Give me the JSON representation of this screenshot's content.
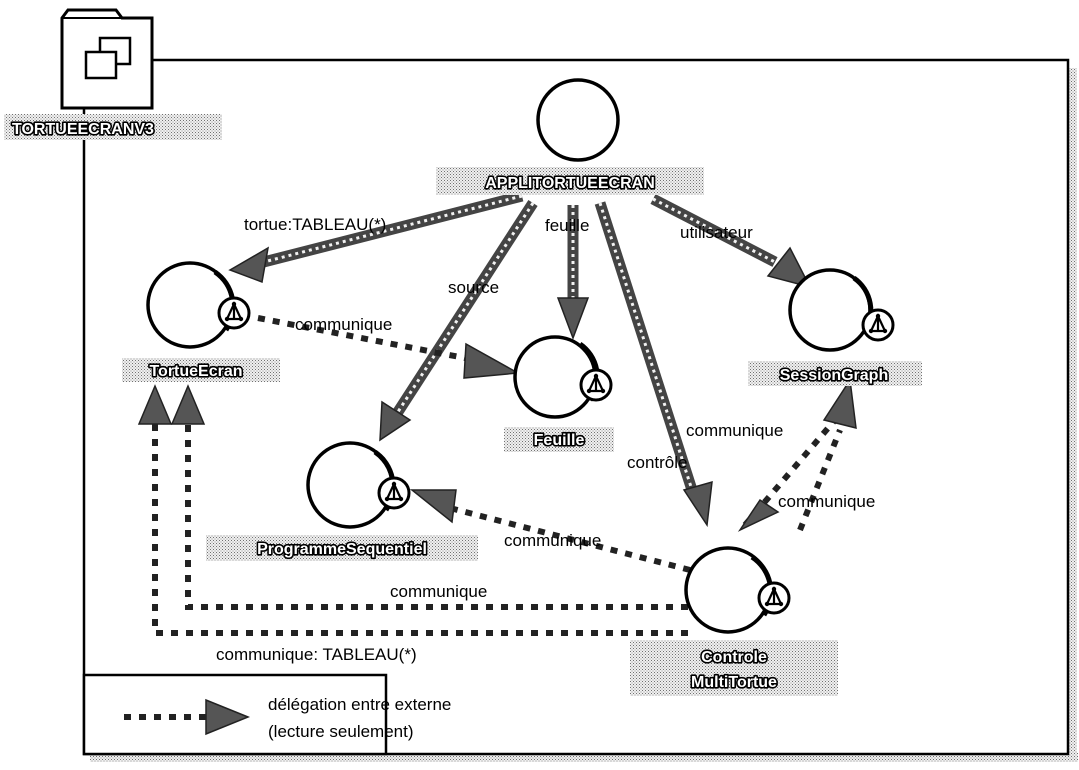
{
  "diagram": {
    "container_title": "TORTUEECRANV3",
    "nodes": {
      "app": "APPLITORTUEECRAN",
      "tortue": "TortueEcran",
      "feuille": "Feuille",
      "session": "SessionGraph",
      "prog": "ProgrammeSequentiel",
      "controle_line1": "Controle",
      "controle_line2": "MultiTortue"
    },
    "edge_labels": {
      "tortue": "tortue:TABLEAU(*)",
      "feuille": "feuille",
      "source": "source",
      "utilisateur": "utilisateur",
      "controle": "contrôle",
      "comm_tortue_feuille": "communique",
      "comm_controle_session_1": "communique",
      "comm_controle_session_2": "communique",
      "comm_controle_prog": "communique",
      "comm_controle_tortue": "communique",
      "comm_tableau": "communique: TABLEAU(*)"
    },
    "legend": {
      "line1": "délégation entre externe",
      "line2": "(lecture seulement)"
    }
  }
}
